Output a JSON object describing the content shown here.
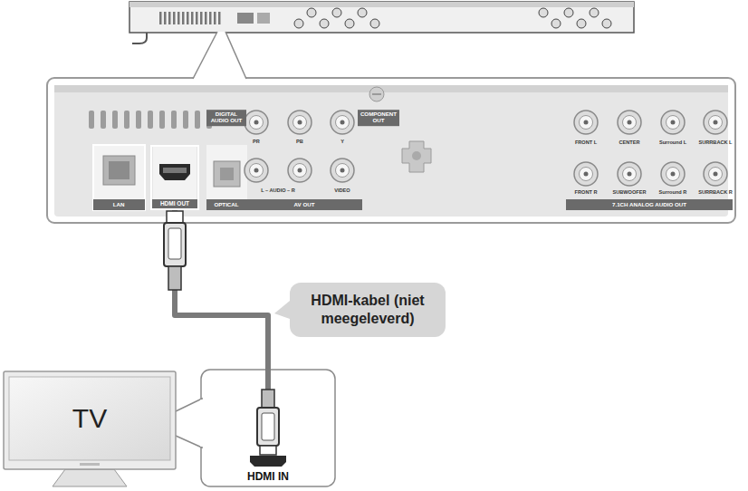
{
  "diagram": {
    "nodes": [
      {
        "text": [
          "HDMI OUT"
        ]
      },
      {
        "text": [
          "HDMI-kabel (niet meegeleverd)"
        ]
      },
      {
        "text": [
          "TV"
        ]
      },
      {
        "text": [
          "HDMI IN"
        ]
      }
    ],
    "edges": [
      {
        "from": 0,
        "to": 3,
        "arrow": "none"
      }
    ],
    "labels": [
      "DIGITAL AUDIO OUT",
      "LAN",
      "OPTICAL",
      "PR",
      "PB",
      "Y",
      "L – AUDIO – R",
      "VIDEO",
      "AV OUT",
      "COMPONENT OUT",
      "FRONT L",
      "CENTER",
      "Surround L",
      "SURRBACK L",
      "FRONT R",
      "SUBWOOFER",
      "Surround R",
      "SURRBACK R",
      "7.1CH ANALOG AUDIO OUT"
    ]
  }
}
